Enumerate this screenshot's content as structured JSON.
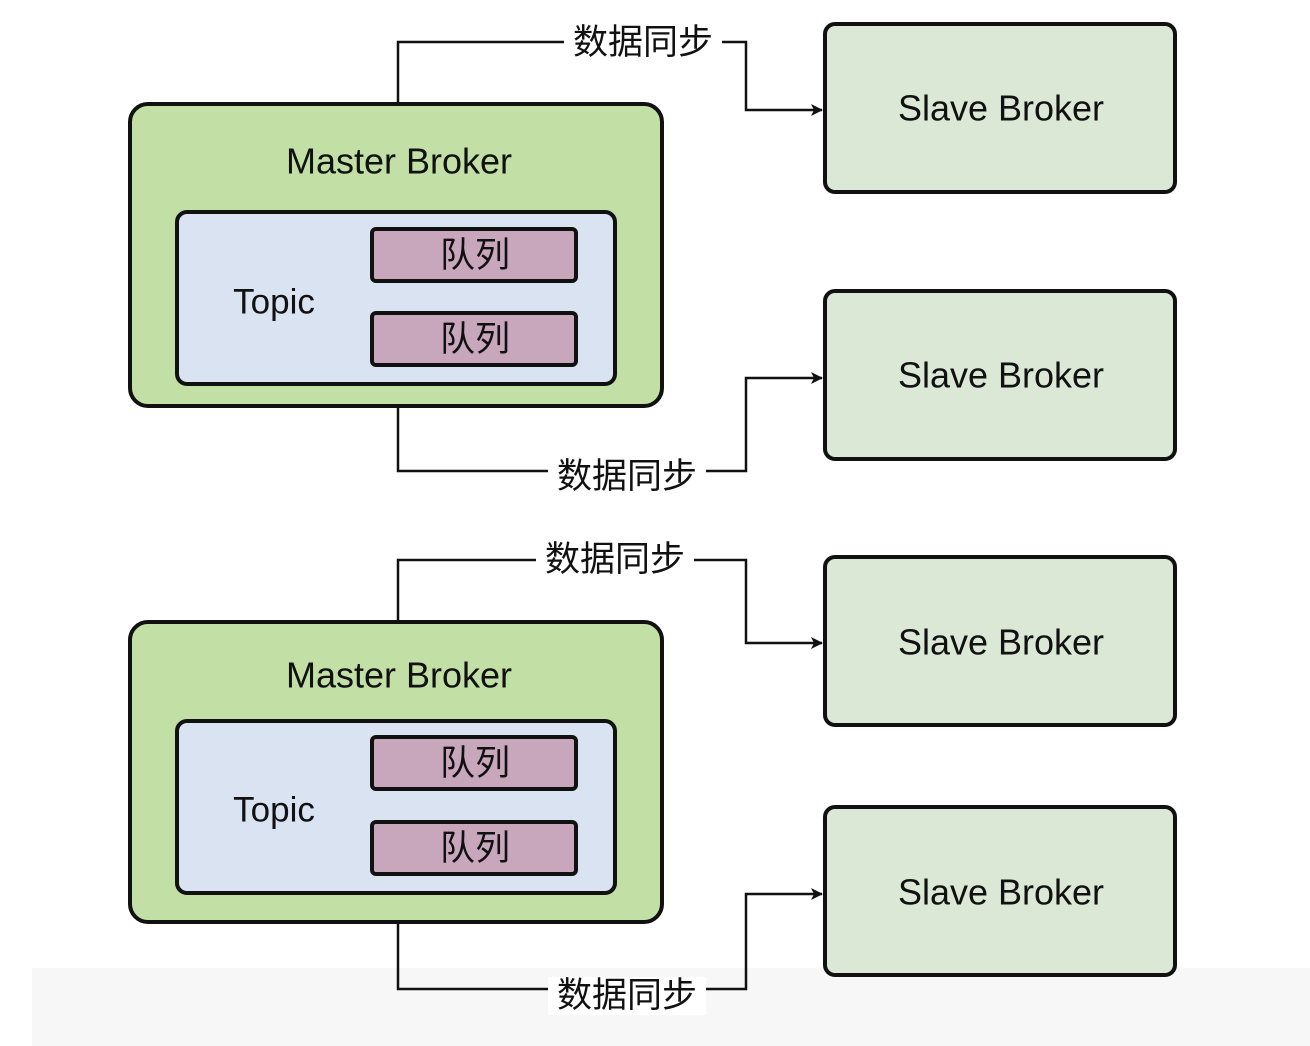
{
  "colors": {
    "master_fill": "#c2e0a6",
    "topic_fill": "#dae3f2",
    "queue_fill": "#c8a6bc",
    "slave_fill": "#dbe8d5",
    "stroke": "#111111",
    "footer_band": "#f7f7f7"
  },
  "groups": [
    {
      "master": {
        "title": "Master Broker",
        "topic": {
          "label": "Topic",
          "queues": [
            "队列",
            "队列"
          ]
        }
      },
      "links": [
        {
          "label": "数据同步",
          "target": "Slave Broker"
        },
        {
          "label": "数据同步",
          "target": "Slave Broker"
        }
      ]
    },
    {
      "master": {
        "title": "Master Broker",
        "topic": {
          "label": "Topic",
          "queues": [
            "队列",
            "队列"
          ]
        }
      },
      "links": [
        {
          "label": "数据同步",
          "target": "Slave Broker"
        },
        {
          "label": "数据同步",
          "target": "Slave Broker"
        }
      ]
    }
  ]
}
